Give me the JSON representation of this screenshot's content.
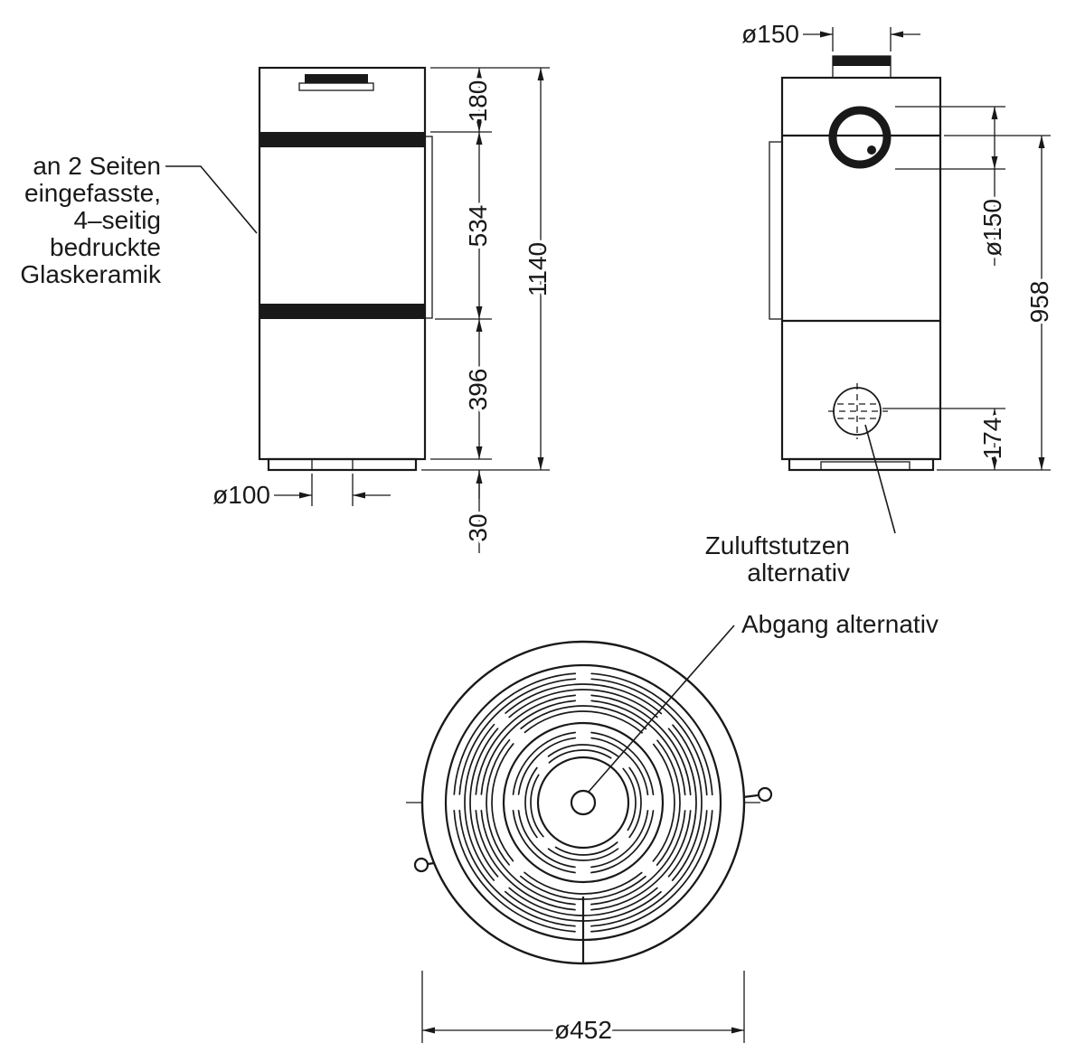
{
  "colors": {
    "line": "#191919",
    "background": "#ffffff"
  },
  "front_view": {
    "note_lines": [
      "an 2 Seiten",
      "eingefasste,",
      "4–seitig",
      "bedruckte",
      "Glaskeramik"
    ],
    "dims": {
      "top_section": "180",
      "glass": "534",
      "lower_section": "396",
      "base": "30",
      "overall": "1140",
      "floor_outlet": "ø100"
    }
  },
  "side_view": {
    "dims": {
      "collar": "ø150",
      "rear_outlet": "ø150",
      "outlet_height": "958",
      "inlet_height": "174"
    },
    "note_lines": [
      "Zuluftstutzen",
      "alternativ"
    ]
  },
  "top_view": {
    "note": "Abgang alternativ",
    "dims": {
      "diameter": "ø452"
    }
  }
}
